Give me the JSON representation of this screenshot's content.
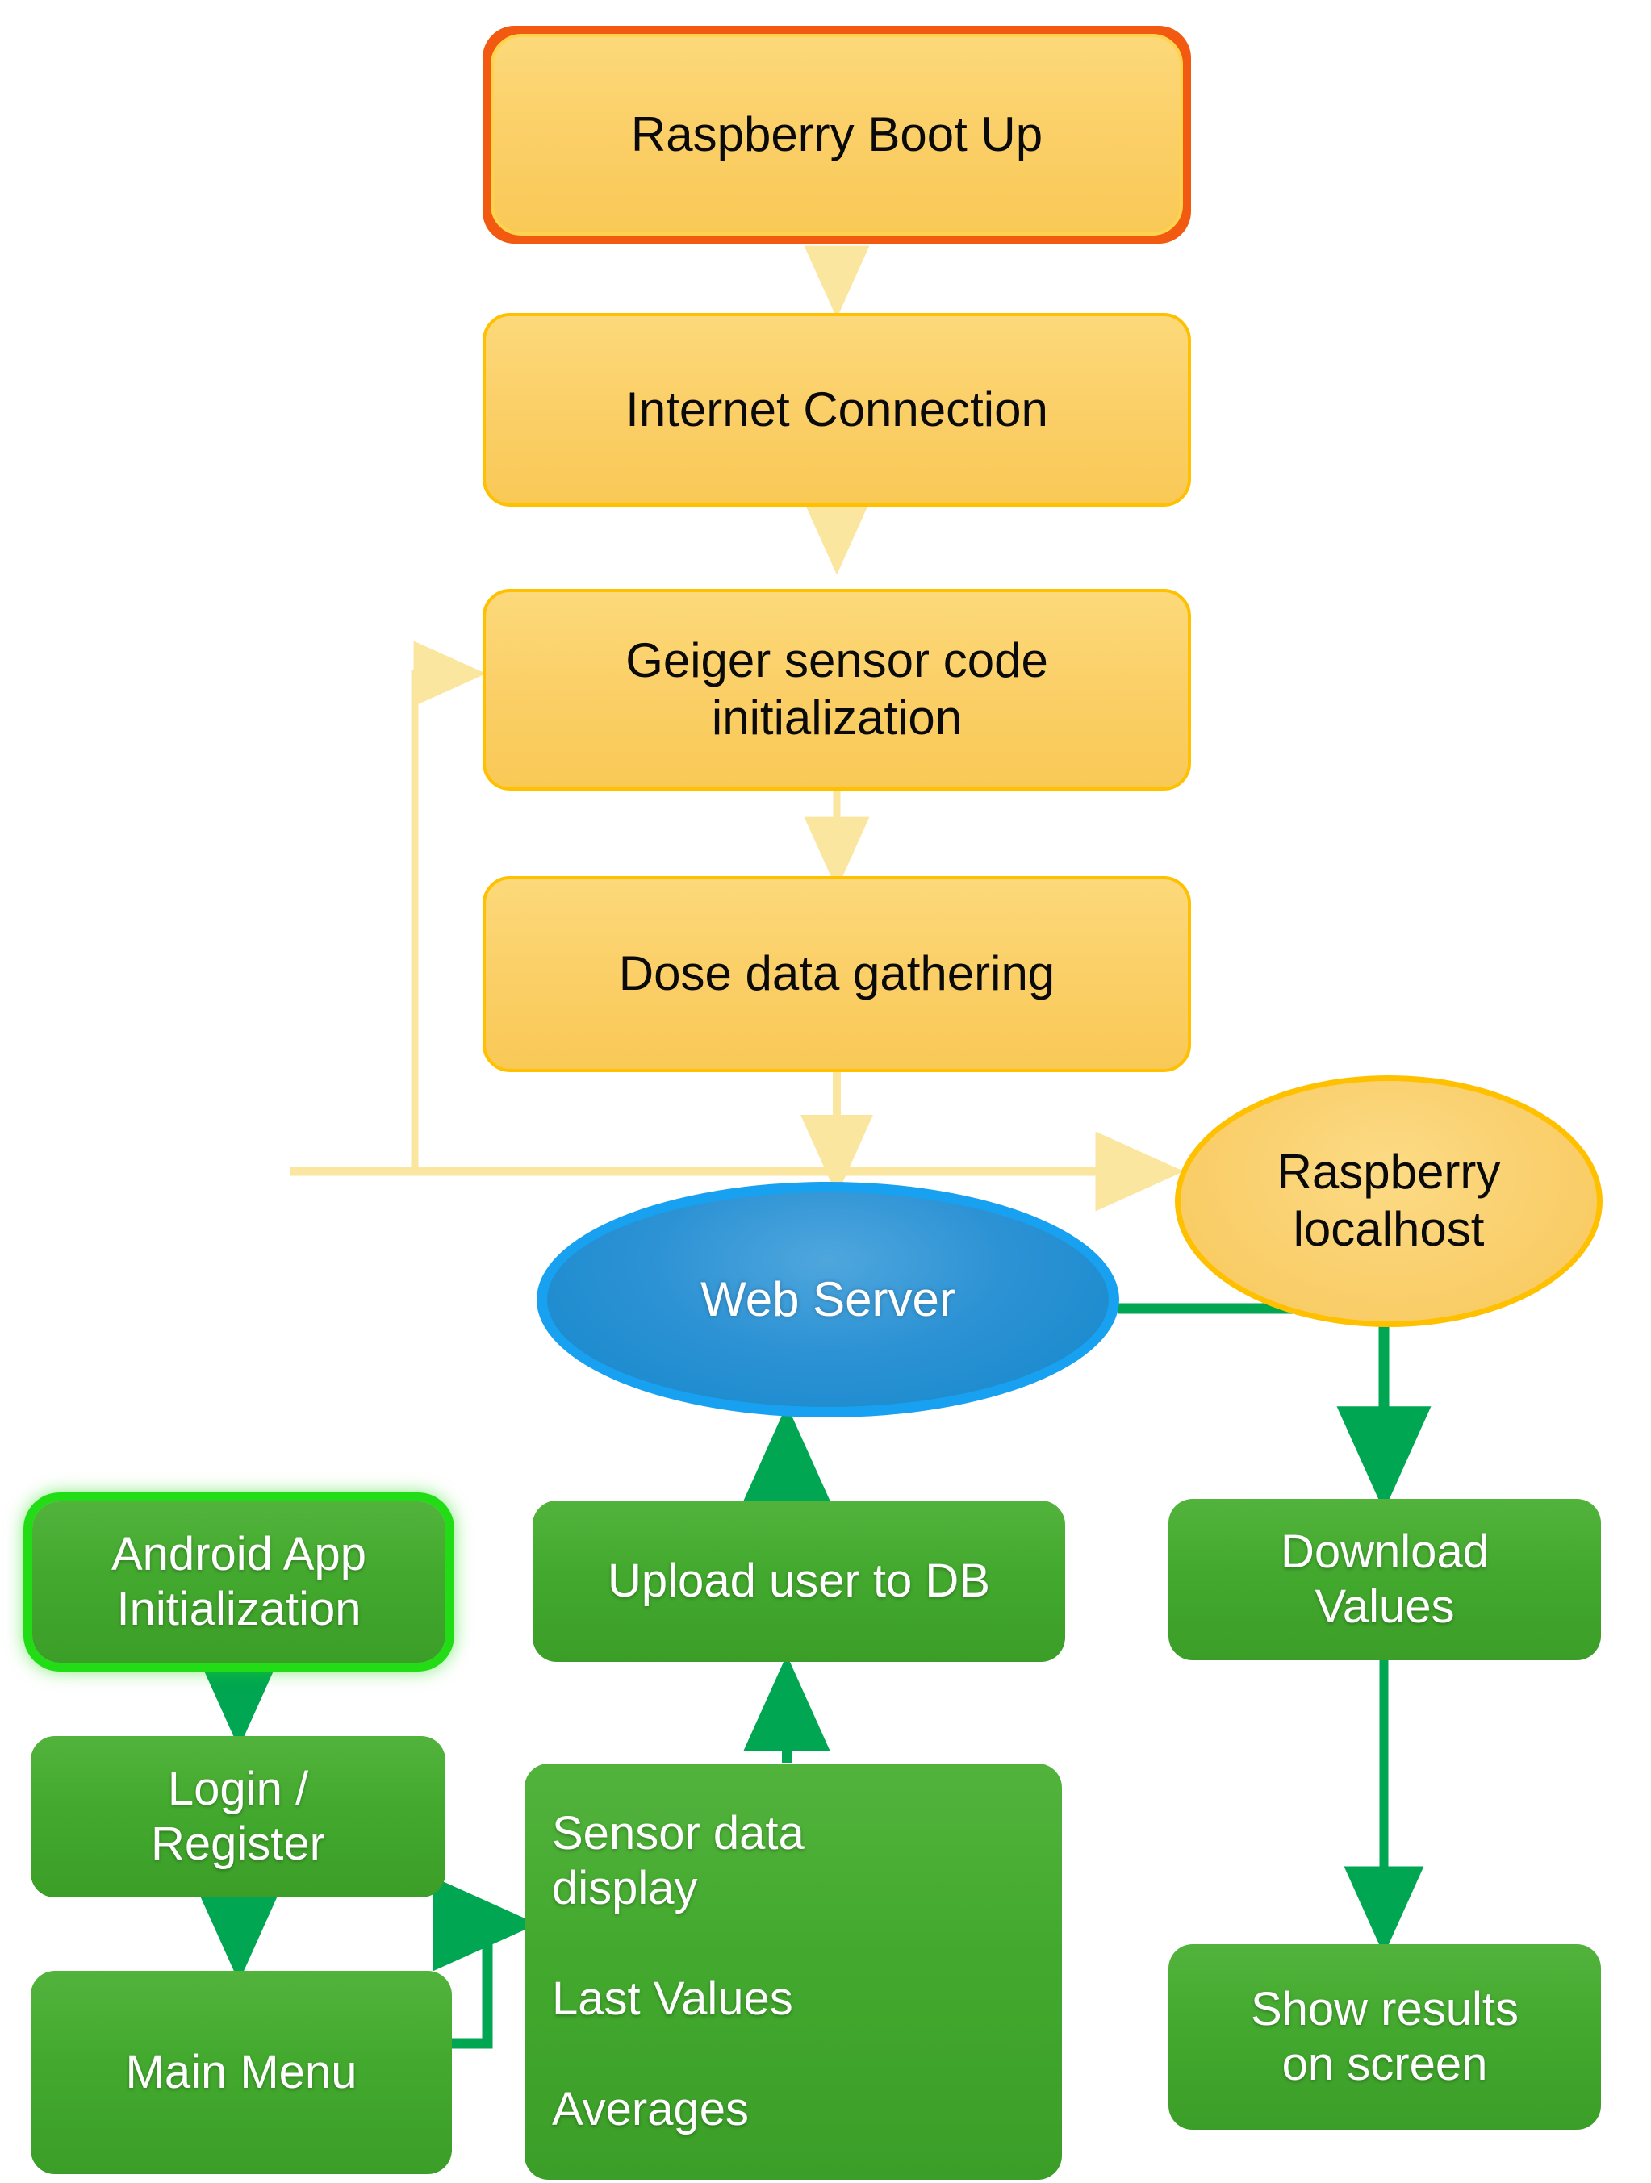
{
  "diagram": {
    "title": "Raspberry Pi Geiger sensor system flowchart",
    "colors": {
      "yellow_fill": "#FBD069",
      "yellow_border": "#FFC000",
      "start_border": "#F15A10",
      "blue_fill": "#1488CC",
      "blue_border": "#18A1F0",
      "green_fill": "#43A92E",
      "green_glow": "#22DD16",
      "yellow_arrow": "#FBE6A0",
      "green_arrow": "#00A651"
    },
    "nodes": [
      {
        "id": "raspberry-boot-up",
        "label": "Raspberry Boot Up",
        "shape": "rounded-rect",
        "color": "yellow",
        "highlight": true
      },
      {
        "id": "internet-connection",
        "label": "Internet Connection",
        "shape": "rounded-rect",
        "color": "yellow",
        "highlight": false
      },
      {
        "id": "geiger-sensor-code-initialization",
        "label": "Geiger sensor code\ninitialization",
        "shape": "rounded-rect",
        "color": "yellow",
        "highlight": false
      },
      {
        "id": "dose-data-gathering",
        "label": "Dose data gathering",
        "shape": "rounded-rect",
        "color": "yellow",
        "highlight": false
      },
      {
        "id": "raspberry-localhost",
        "label": "Raspberry\nlocalhost",
        "shape": "ellipse",
        "color": "yellow",
        "highlight": false
      },
      {
        "id": "web-server",
        "label": "Web Server",
        "shape": "ellipse",
        "color": "blue",
        "highlight": false
      },
      {
        "id": "android-app-initialization",
        "label": "Android App\nInitialization",
        "shape": "rounded-rect",
        "color": "green",
        "highlight": true
      },
      {
        "id": "login-register",
        "label": "Login /\nRegister",
        "shape": "rounded-rect",
        "color": "green",
        "highlight": false
      },
      {
        "id": "main-menu",
        "label": "Main Menu",
        "shape": "rounded-rect",
        "color": "green",
        "highlight": false
      },
      {
        "id": "upload-user-to-db",
        "label": "Upload user to DB",
        "shape": "rounded-rect",
        "color": "green",
        "highlight": false
      },
      {
        "id": "sensor-data-display",
        "label": "Sensor data\ndisplay\n\nLast Values\n\nAverages",
        "shape": "rounded-rect",
        "color": "green",
        "highlight": false
      },
      {
        "id": "download-values",
        "label": "Download\nValues",
        "shape": "rounded-rect",
        "color": "green",
        "highlight": false
      },
      {
        "id": "show-results-on-screen",
        "label": "Show results\non screen",
        "shape": "rounded-rect",
        "color": "green",
        "highlight": false
      }
    ],
    "edges": [
      {
        "from": "raspberry-boot-up",
        "to": "internet-connection",
        "color": "yellow"
      },
      {
        "from": "internet-connection",
        "to": "geiger-sensor-code-initialization",
        "color": "yellow"
      },
      {
        "from": "geiger-sensor-code-initialization",
        "to": "dose-data-gathering",
        "color": "yellow"
      },
      {
        "from": "dose-data-gathering",
        "to": "web-server",
        "color": "yellow"
      },
      {
        "from": "dose-data-gathering",
        "to": "raspberry-localhost",
        "color": "yellow"
      },
      {
        "from": "dose-data-gathering",
        "to": "geiger-sensor-code-initialization",
        "color": "yellow",
        "style": "feedback-loop"
      },
      {
        "from": "web-server",
        "to": "download-values",
        "color": "green"
      },
      {
        "from": "upload-user-to-db",
        "to": "web-server",
        "color": "green"
      },
      {
        "from": "sensor-data-display",
        "to": "upload-user-to-db",
        "color": "green"
      },
      {
        "from": "android-app-initialization",
        "to": "login-register",
        "color": "green"
      },
      {
        "from": "login-register",
        "to": "main-menu",
        "color": "green"
      },
      {
        "from": "main-menu",
        "to": "sensor-data-display",
        "color": "green"
      },
      {
        "from": "download-values",
        "to": "show-results-on-screen",
        "color": "green"
      }
    ]
  }
}
